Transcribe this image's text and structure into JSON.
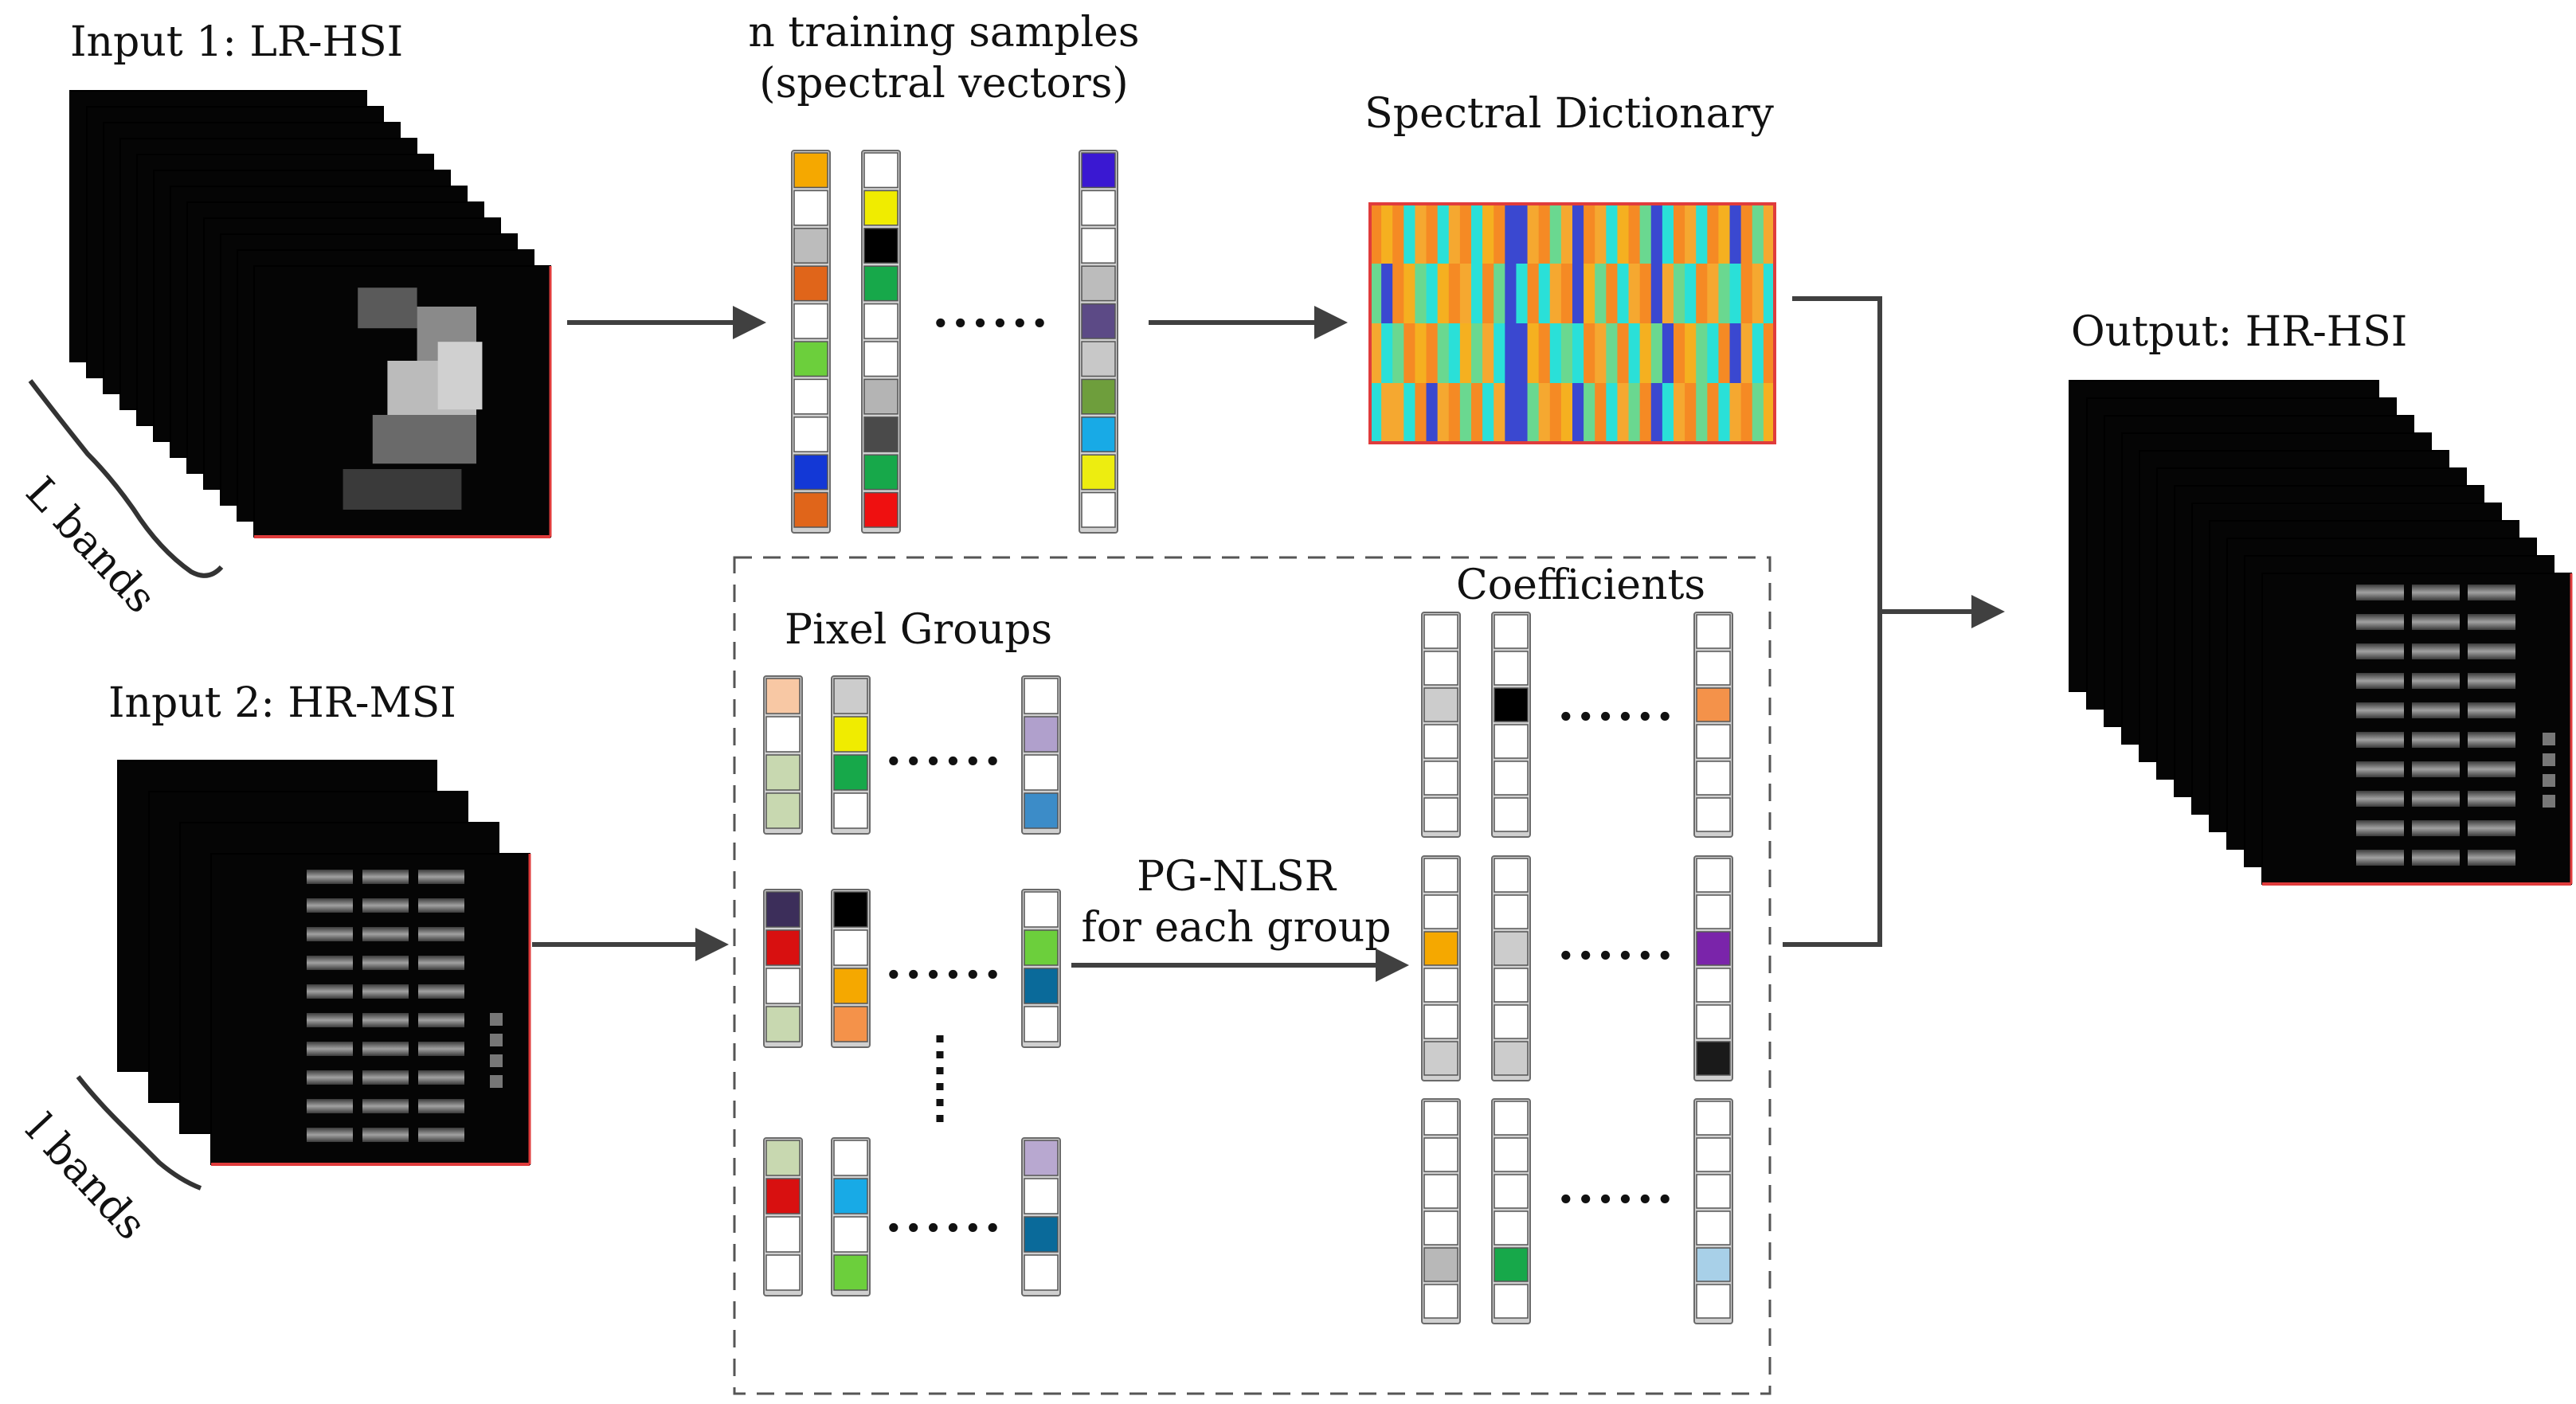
{
  "labels": {
    "input1": "Input 1: LR-HSI",
    "input2": "Input 2: HR-MSI",
    "l_bands": "L bands",
    "l_bands_msi": "l bands",
    "training_line1": "n training samples",
    "training_line2": "(spectral vectors)",
    "dictionary": "Spectral Dictionary",
    "pixel_groups": "Pixel Groups",
    "coefficients": "Coefficients",
    "pg_line1": "PG-NLSR",
    "pg_line2": "for each group",
    "output": "Output: HR-HSI",
    "ellipsis": "......"
  },
  "colors": {
    "arrow": "#404040",
    "dict_border": "#e03c3c"
  },
  "training_vectors": [
    [
      "#f5a800",
      "#ffffff",
      "#bcbcbc",
      "#e0651a",
      "#ffffff",
      "#6ccf3c",
      "#ffffff",
      "#ffffff",
      "#1338d6",
      "#e0651a"
    ],
    [
      "#ffffff",
      "#f0ec00",
      "#000000",
      "#17a84a",
      "#ffffff",
      "#ffffff",
      "#b4b4b4",
      "#4a4a4a",
      "#17a84a",
      "#ef1010"
    ],
    [
      "#3a18d2",
      "#ffffff",
      "#ffffff",
      "#bcbcbc",
      "#5c4a86",
      "#c8c8c8",
      "#6e9e3c",
      "#18aae6",
      "#eded10",
      "#ffffff"
    ]
  ],
  "pixel_groups": [
    [
      [
        "#f8c8a4",
        "#ffffff",
        "#c8d8b0",
        "#c8d8b0"
      ],
      [
        "#cccccc",
        "#f0ec00",
        "#17a84a",
        "#ffffff"
      ],
      [
        "#ffffff",
        "#b0a0cc",
        "#ffffff",
        "#3c8cc8"
      ]
    ],
    [
      [
        "#3c2e5a",
        "#d81010",
        "#ffffff",
        "#c8d8b0"
      ],
      [
        "#000000",
        "#ffffff",
        "#f5a800",
        "#f4924a"
      ],
      [
        "#ffffff",
        "#6ccf3c",
        "#0a6a9a",
        "#ffffff"
      ]
    ],
    [
      [
        "#c8d8b0",
        "#d81010",
        "#ffffff",
        "#ffffff"
      ],
      [
        "#ffffff",
        "#18aae6",
        "#ffffff",
        "#6ccf3c"
      ],
      [
        "#b8a8d0",
        "#ffffff",
        "#0a6a9a",
        "#ffffff"
      ]
    ]
  ],
  "coefficients": [
    [
      [
        "#ffffff",
        "#ffffff",
        "#cccccc",
        "#ffffff",
        "#ffffff",
        "#ffffff"
      ],
      [
        "#ffffff",
        "#ffffff",
        "#000000",
        "#ffffff",
        "#ffffff",
        "#ffffff"
      ],
      [
        "#ffffff",
        "#ffffff",
        "#f4924a",
        "#ffffff",
        "#ffffff",
        "#ffffff"
      ]
    ],
    [
      [
        "#ffffff",
        "#ffffff",
        "#f5a800",
        "#ffffff",
        "#ffffff",
        "#cccccc"
      ],
      [
        "#ffffff",
        "#ffffff",
        "#cccccc",
        "#ffffff",
        "#ffffff",
        "#cccccc"
      ],
      [
        "#ffffff",
        "#ffffff",
        "#7a24aa",
        "#ffffff",
        "#ffffff",
        "#1a1a1a"
      ]
    ],
    [
      [
        "#ffffff",
        "#ffffff",
        "#ffffff",
        "#ffffff",
        "#b8b8b8",
        "#ffffff"
      ],
      [
        "#ffffff",
        "#ffffff",
        "#ffffff",
        "#ffffff",
        "#17a84a",
        "#ffffff"
      ],
      [
        "#ffffff",
        "#ffffff",
        "#ffffff",
        "#ffffff",
        "#a8d0e8",
        "#ffffff"
      ]
    ]
  ],
  "dictionary_columns": [
    [
      "#f58a24",
      "#6ad890",
      "#f5a830",
      "#2ae0d8"
    ],
    [
      "#f5b020",
      "#3a48d0",
      "#2ae0d8",
      "#f5a830"
    ],
    [
      "#f58a24",
      "#f58a24",
      "#6ad890",
      "#f5a830"
    ],
    [
      "#2ae0d8",
      "#f5b020",
      "#f58a24",
      "#2ae0d8"
    ],
    [
      "#f5a830",
      "#6ad890",
      "#f5b020",
      "#f58a24"
    ],
    [
      "#f58a24",
      "#2ae0d8",
      "#f58a24",
      "#3a48d0"
    ],
    [
      "#2ae0d8",
      "#f5b020",
      "#6ad890",
      "#f5a830"
    ],
    [
      "#f5a830",
      "#f58a24",
      "#2ae0d8",
      "#f58a24"
    ],
    [
      "#f58a24",
      "#f5a830",
      "#f5b020",
      "#6ad890"
    ],
    [
      "#2ae0d8",
      "#2ae0d8",
      "#6ad890",
      "#f58a24"
    ],
    [
      "#f5b020",
      "#f58a24",
      "#f5a830",
      "#2ae0d8"
    ],
    [
      "#f58a24",
      "#6ad890",
      "#2ae0d8",
      "#f5a830"
    ],
    [
      "#3a48d0",
      "#3a48d0",
      "#3a48d0",
      "#3a48d0"
    ],
    [
      "#3a48d0",
      "#2ae0d8",
      "#3a48d0",
      "#3a48d0"
    ],
    [
      "#f5a830",
      "#f58a24",
      "#f5b020",
      "#6ad890"
    ],
    [
      "#f58a24",
      "#2ae0d8",
      "#f58a24",
      "#f5a830"
    ],
    [
      "#6ad890",
      "#f5a830",
      "#2ae0d8",
      "#f58a24"
    ],
    [
      "#f5a830",
      "#f58a24",
      "#6ad890",
      "#f5b020"
    ],
    [
      "#3a48d0",
      "#3a48d0",
      "#2ae0d8",
      "#3a48d0"
    ],
    [
      "#f58a24",
      "#f5b020",
      "#f58a24",
      "#6ad890"
    ],
    [
      "#f5a830",
      "#6ad890",
      "#f5a830",
      "#f58a24"
    ],
    [
      "#2ae0d8",
      "#f58a24",
      "#6ad890",
      "#2ae0d8"
    ],
    [
      "#f5b020",
      "#2ae0d8",
      "#f58a24",
      "#f5a830"
    ],
    [
      "#f58a24",
      "#f5a830",
      "#2ae0d8",
      "#6ad890"
    ],
    [
      "#6ad890",
      "#f58a24",
      "#f5b020",
      "#f58a24"
    ],
    [
      "#3a48d0",
      "#3a48d0",
      "#6ad890",
      "#3a48d0"
    ],
    [
      "#2ae0d8",
      "#f5a830",
      "#3a48d0",
      "#2ae0d8"
    ],
    [
      "#f58a24",
      "#6ad890",
      "#f58a24",
      "#f5a830"
    ],
    [
      "#f5a830",
      "#2ae0d8",
      "#f5b020",
      "#f58a24"
    ],
    [
      "#2ae0d8",
      "#f58a24",
      "#6ad890",
      "#6ad890"
    ],
    [
      "#f58a24",
      "#f5a830",
      "#2ae0d8",
      "#f58a24"
    ],
    [
      "#f5b020",
      "#6ad890",
      "#f58a24",
      "#2ae0d8"
    ],
    [
      "#3a48d0",
      "#2ae0d8",
      "#3a48d0",
      "#f5a830"
    ],
    [
      "#f58a24",
      "#f58a24",
      "#f5a830",
      "#f58a24"
    ],
    [
      "#6ad890",
      "#f5a830",
      "#2ae0d8",
      "#6ad890"
    ],
    [
      "#f5a830",
      "#2ae0d8",
      "#f58a24",
      "#f5b020"
    ]
  ]
}
